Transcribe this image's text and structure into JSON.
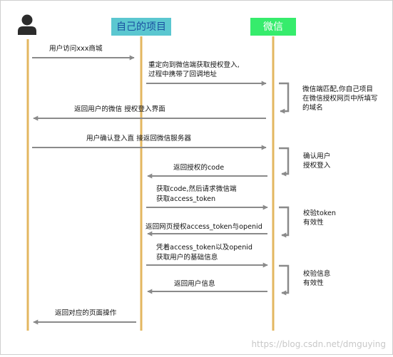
{
  "participants": {
    "project": "自己的项目",
    "wechat": "微信"
  },
  "colors": {
    "project_header_bg": "#5bc7d0",
    "project_header_text": "#1a4fa0",
    "wechat_header_bg": "#36ec6c",
    "wechat_header_text": "#ffffff",
    "lifeline": "#e3b760",
    "arrow": "#8a8a8a",
    "user_icon": "#2c2c2c"
  },
  "icons": {
    "user": "user-icon"
  },
  "messages": [
    {
      "lines": [
        "用户访问xxx商城"
      ]
    },
    {
      "lines": [
        "重定向到微信端获取授权登入,",
        "过程中携带了回调地址"
      ]
    },
    {
      "lines": [
        "返回用户的微信  授权登入界面"
      ]
    },
    {
      "lines": [
        "用户确认登入直  接返回微信服务器"
      ]
    },
    {
      "lines": [
        "返回授权的code"
      ]
    },
    {
      "lines": [
        "获取code,然后请求微信端",
        "获取access_token"
      ]
    },
    {
      "lines": [
        "返回网页授权access_token与openid"
      ]
    },
    {
      "lines": [
        "凭着access_token以及openid",
        "获取用户的基础信息"
      ]
    },
    {
      "lines": [
        "返回用户信息"
      ]
    },
    {
      "lines": [
        "返回对应的页面操作"
      ]
    }
  ],
  "notes": [
    {
      "lines": [
        "微信端匹配,你自己项目",
        "在微信授权网页中所填写",
        "的域名"
      ]
    },
    {
      "lines": [
        "确认用户",
        "授权登入"
      ]
    },
    {
      "lines": [
        "校验token",
        "有效性"
      ]
    },
    {
      "lines": [
        "校验信息",
        "有效性"
      ]
    }
  ],
  "watermark": "https://blog.csdn.net/dmguying"
}
